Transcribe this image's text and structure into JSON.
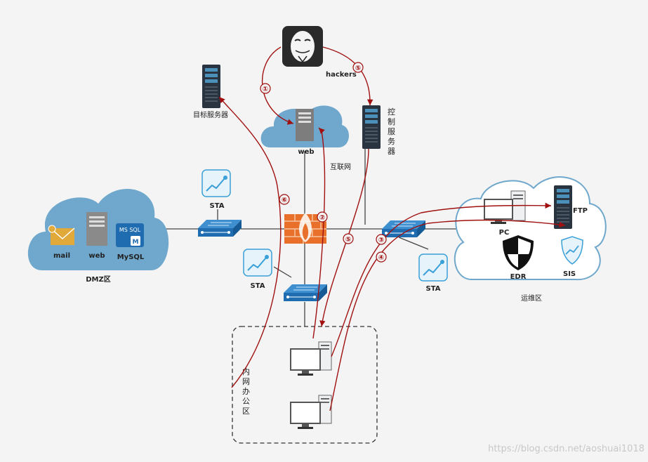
{
  "labels": {
    "hackers": "hackers",
    "target_server": "目标服务器",
    "web_internet": "web",
    "internet": "互联网",
    "control_server_chars": [
      "控",
      "制",
      "服",
      "务",
      "器"
    ],
    "dmz_mail": "mail",
    "dmz_web": "web",
    "dmz_mysql": "MySQL",
    "ms_sql_badge": "MS SQL",
    "ms_sql_m": "M",
    "dmz_zone": "DMZ区",
    "sta_top": "STA",
    "sta_mid": "STA",
    "sta_right": "STA",
    "pc": "PC",
    "ftp": "FTP",
    "edr": "EDR",
    "sis": "SIS",
    "ops_zone": "运维区",
    "office_zone_chars": [
      "内",
      "网",
      "办",
      "公",
      "区"
    ]
  },
  "steps": {
    "s1": "①",
    "s2": "②",
    "s3": "③",
    "s4": "④",
    "s5a": "⑤",
    "s5b": "⑤",
    "s6": "⑥"
  },
  "watermark": "https://blog.csdn.net/aoshuai1018",
  "colors": {
    "cloud": "#6fa8cc",
    "attack": "#a01010",
    "switch": "#1f6db0",
    "firewall": "#e8702a",
    "server_dark": "#2a3440",
    "sta": "#3aa0d8"
  }
}
